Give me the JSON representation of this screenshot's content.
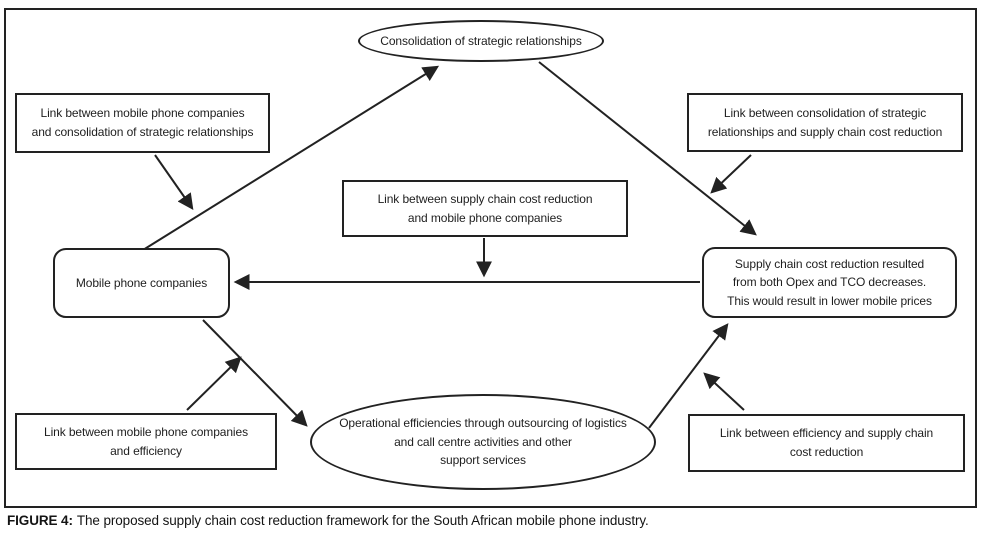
{
  "diagram": {
    "nodes": {
      "consolidation": {
        "lines": [
          "Consolidation of strategic relationships"
        ]
      },
      "link_mpc_consolidation": {
        "lines": [
          "Link between mobile phone companies",
          "and consolidation of strategic relationships"
        ]
      },
      "link_consolidation_sccr": {
        "lines": [
          "Link between consolidation of strategic",
          "relationships and supply chain cost reduction"
        ]
      },
      "link_sccr_mpc": {
        "lines": [
          "Link between supply chain cost reduction",
          "and mobile phone companies"
        ]
      },
      "mobile_phone_companies": {
        "lines": [
          "Mobile phone companies"
        ]
      },
      "supply_chain_cost_reduction": {
        "lines": [
          "Supply chain cost reduction resulted",
          "from both Opex and TCO decreases.",
          "This would result in lower mobile prices"
        ]
      },
      "operational_efficiencies": {
        "lines": [
          "Operational efficiencies through outsourcing of logistics",
          "and call centre activities and other",
          "support services"
        ]
      },
      "link_mpc_efficiency": {
        "lines": [
          "Link between mobile phone companies",
          "and efficiency"
        ]
      },
      "link_efficiency_sccr": {
        "lines": [
          "Link between efficiency and supply chain",
          "cost reduction"
        ]
      }
    },
    "colors": {
      "line": "#222222",
      "text": "#1e1e1e",
      "background": "#ffffff"
    }
  },
  "caption": {
    "label": "FIGURE 4:",
    "text": "The proposed supply chain cost reduction framework for the South African mobile phone industry."
  }
}
